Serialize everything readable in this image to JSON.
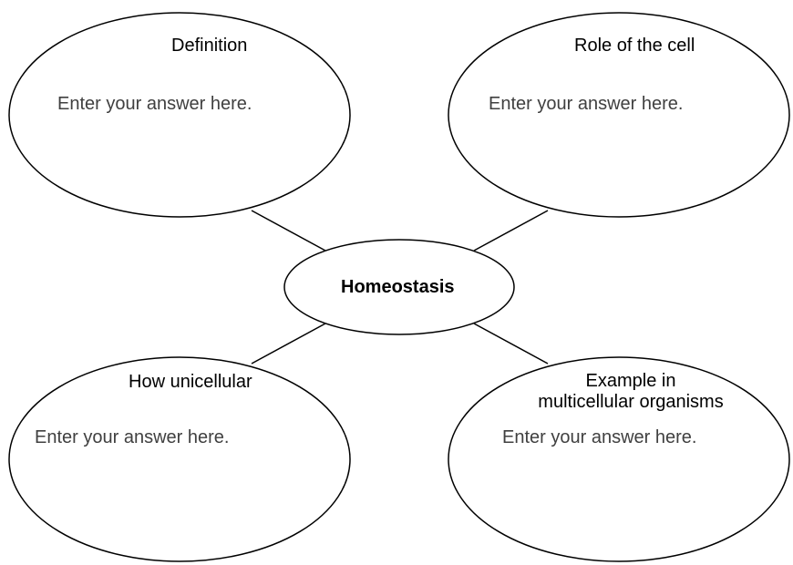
{
  "center": {
    "title": "Homeostasis"
  },
  "nodes": {
    "definition": {
      "heading": "Definition",
      "answer_placeholder": "Enter your answer here."
    },
    "role_of_cell": {
      "heading": "Role of the cell",
      "answer_placeholder": "Enter your answer here."
    },
    "how_unicellular": {
      "heading": "How unicellular",
      "answer_placeholder": "Enter your answer here."
    },
    "example_multicellular": {
      "heading_line1": "Example in",
      "heading_line2": "multicellular organisms",
      "answer_placeholder": "Enter your answer here."
    }
  },
  "colors": {
    "stroke": "#000000",
    "answer_text": "#404040",
    "background": "#ffffff"
  }
}
